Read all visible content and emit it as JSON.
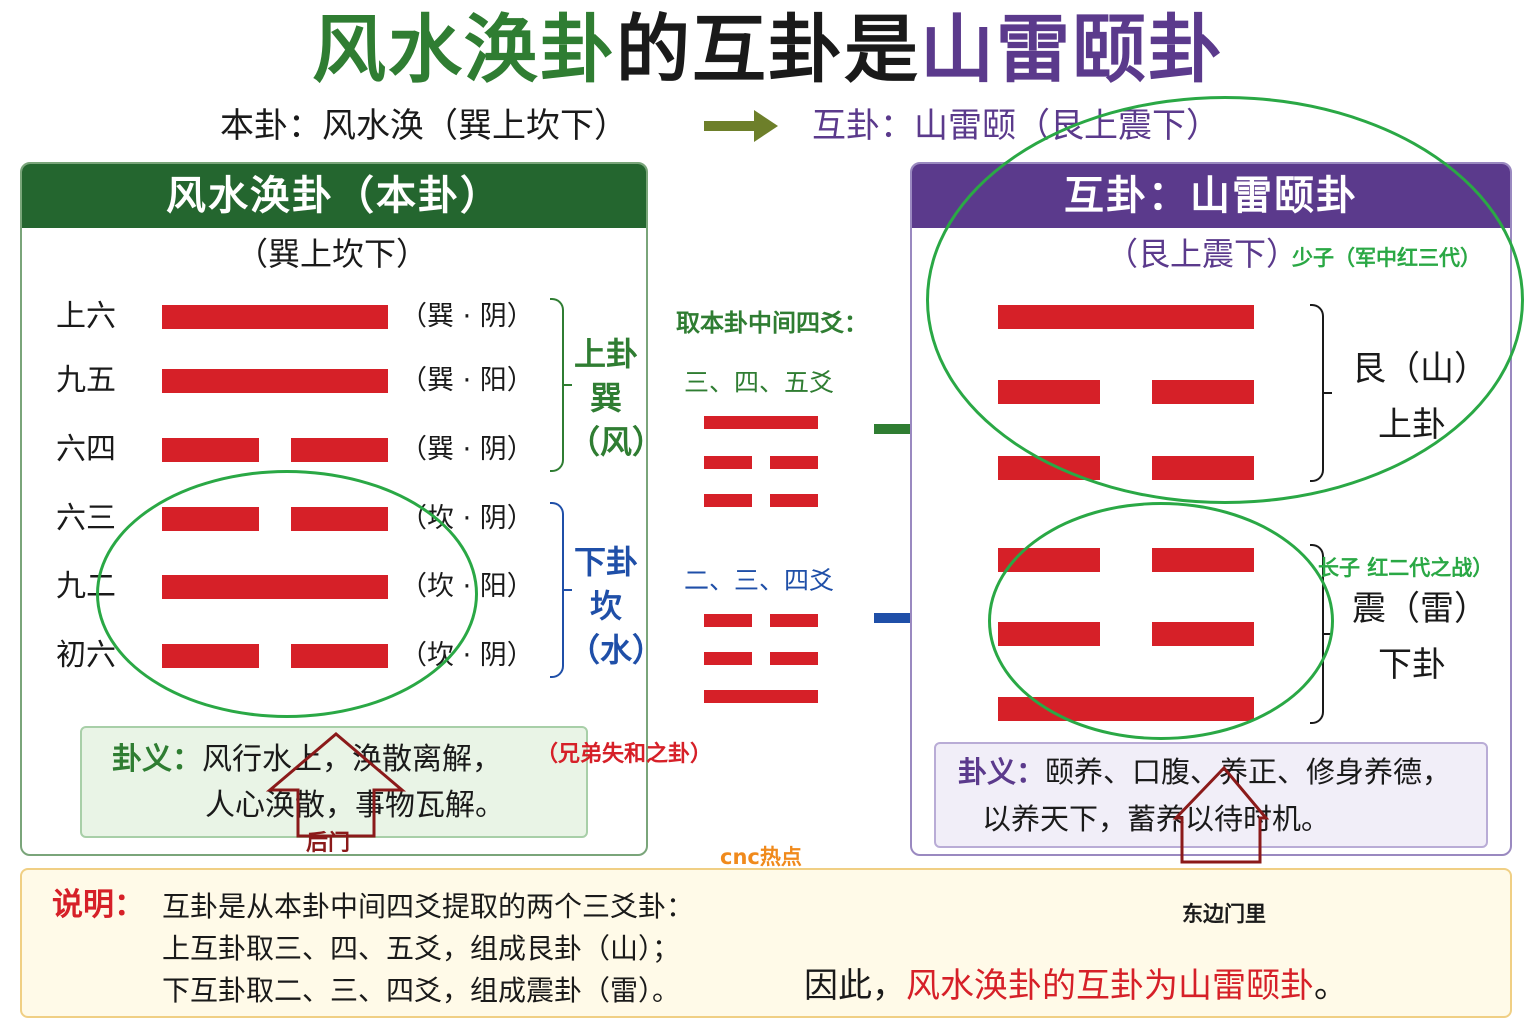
{
  "title": {
    "part1": "风水涣卦",
    "part2": "的互卦是",
    "part3": "山雷颐卦",
    "color_green": "#2f7d32",
    "color_purple": "#5b3a8c"
  },
  "subtitle": {
    "left": "本卦：风水涣（巽上坎下）",
    "right": "互卦：山雷颐（艮上震下）"
  },
  "left_panel": {
    "header": "风水涣卦（本卦）",
    "sub": "（巽上坎下）",
    "header_color": "#24662f",
    "lines": [
      {
        "name": "上六",
        "attr": "（巽 · 阴）",
        "type": "solid"
      },
      {
        "name": "九五",
        "attr": "（巽 · 阳）",
        "type": "solid"
      },
      {
        "name": "六四",
        "attr": "（巽 · 阴）",
        "type": "broken"
      },
      {
        "name": "六三",
        "attr": "（坎 · 阴）",
        "type": "broken"
      },
      {
        "name": "九二",
        "attr": "（坎 · 阳）",
        "type": "solid"
      },
      {
        "name": "初六",
        "attr": "（坎 · 阴）",
        "type": "broken"
      }
    ],
    "upper": {
      "l1": "上卦",
      "l2": "巽",
      "l3": "（风）",
      "color": "#2f7d32"
    },
    "lower": {
      "l1": "下卦",
      "l2": "坎",
      "l3": "（水）",
      "color": "#1f4fa8"
    },
    "meaning_label": "卦义：",
    "meaning_line1": "风行水上，涣散离解，",
    "meaning_line2": "人心涣散，事物瓦解。"
  },
  "middle": {
    "take_label": "取本卦中间四爻：",
    "group1_label": "三、四、五爻",
    "group2_label": "二、三、四爻",
    "arrow1_color": "#2f7d32",
    "arrow2_color": "#1f4fa8"
  },
  "right_panel": {
    "header": "互卦：山雷颐卦",
    "sub": "（艮上震下）",
    "header_color": "#5b3a8c",
    "upper_l1": "艮（山）",
    "upper_l2": "上卦",
    "lower_l1": "震（雷）",
    "lower_l2": "下卦",
    "meaning_label": "卦义：",
    "meaning_line1": "颐养、口腹、养正、修身养德，",
    "meaning_line2": "以养天下，蓄养以待时机。"
  },
  "note": {
    "label": "说明：",
    "line1": "互卦是从本卦中间四爻提取的两个三爻卦：",
    "line2": "上互卦取三、四、五爻，组成艮卦（山）；",
    "line3": "下互卦取二、三、四爻，组成震卦（雷）。",
    "conclusion_prefix": "因此，",
    "conclusion_red": "风水涣卦的互卦为山雷颐卦",
    "conclusion_suffix": "。"
  },
  "annotations": {
    "back_door": "后门",
    "brothers": "（兄弟失和之卦）",
    "youngest_son": "少子（军中红三代）",
    "eldest_son": "长子 红二代之战）",
    "east_door": "东边门里",
    "watermark": "cnc热点",
    "ring_color": "#2aa845",
    "hand_color": "#8b1a1a"
  }
}
